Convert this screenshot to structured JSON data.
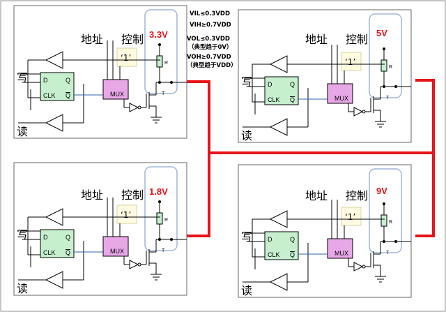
{
  "panels": [
    {
      "id": "top-left",
      "address": "地址",
      "control": "控制",
      "voltage": "3.3V",
      "constant": "‘1’",
      "write": "写",
      "read": "读",
      "ff_d": "D",
      "ff_q": "Q",
      "ff_clk": "CLK",
      "ff_qbar": "Q",
      "mux": "MUX",
      "resistor": "R",
      "transistor": "T"
    },
    {
      "id": "top-right",
      "address": "地址",
      "control": "控制",
      "voltage": "5V",
      "constant": "‘1’",
      "write": "写",
      "read": "读",
      "ff_d": "D",
      "ff_q": "Q",
      "ff_clk": "CLK",
      "ff_qbar": "Q",
      "mux": "MUX",
      "resistor": "R",
      "transistor": "T"
    },
    {
      "id": "bottom-left",
      "address": "地址",
      "control": "控制",
      "voltage": "1.8V",
      "constant": "‘1’",
      "write": "写",
      "read": "读",
      "ff_d": "D",
      "ff_q": "Q",
      "ff_clk": "CLK",
      "ff_qbar": "Q",
      "mux": "MUX",
      "resistor": "R",
      "transistor": "T"
    },
    {
      "id": "bottom-right",
      "address": "地址",
      "control": "控制",
      "voltage": "9V",
      "constant": "‘1’",
      "write": "写",
      "read": "读",
      "ff_d": "D",
      "ff_q": "Q",
      "ff_clk": "CLK",
      "ff_qbar": "Q",
      "mux": "MUX",
      "resistor": "R",
      "transistor": "T"
    }
  ],
  "specs": {
    "vil": "VIL≤0.3VDD",
    "vih": "VIH≥0.7VDD",
    "vol": "VOL≤0.3VDD",
    "vol_note": "（典型趋于0V）",
    "voh": "VOH≥0.7VDD",
    "voh_note": "（典型趋于VDD）"
  },
  "colors": {
    "bus": "#e8141a",
    "voltage_text": "#e8141a",
    "flipflop_fill": "#c6efce",
    "mux_fill": "#e8a8e8",
    "resistor_fill": "#c6efce",
    "constant_fill": "#fffbe0",
    "supply_box": "#c8d8ef",
    "panel_border": "#666666",
    "wire_blue": "#3060a8"
  }
}
